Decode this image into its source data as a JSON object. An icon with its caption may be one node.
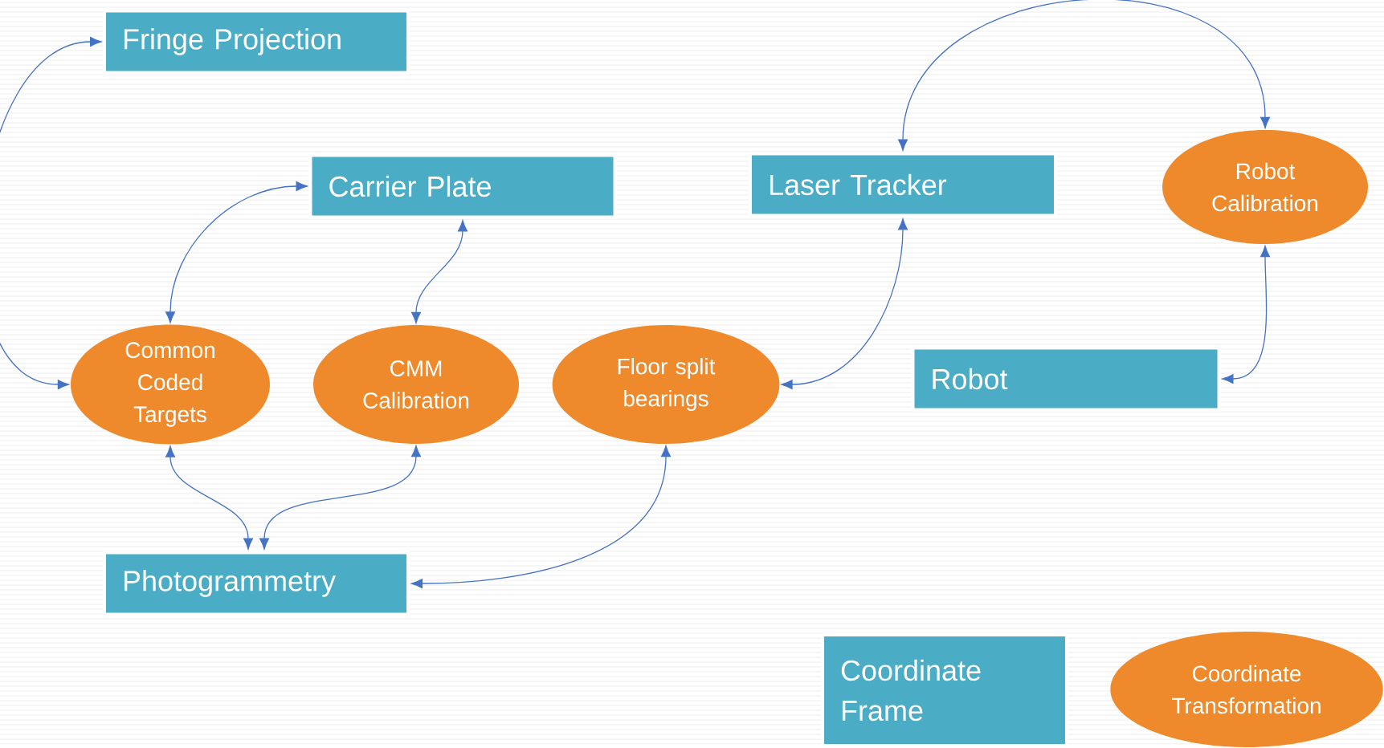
{
  "diagram": {
    "nodes": [
      {
        "text": [
          "Fringe Projection"
        ]
      },
      {
        "text": [
          "Carrier Plate"
        ]
      },
      {
        "text": [
          "Laser Tracker"
        ]
      },
      {
        "text": [
          "Robot Calibration"
        ]
      },
      {
        "text": [
          "Common Coded Targets"
        ]
      },
      {
        "text": [
          "CMM Calibration"
        ]
      },
      {
        "text": [
          "Floor split bearings"
        ]
      },
      {
        "text": [
          "Robot"
        ]
      },
      {
        "text": [
          "Photogrammetry"
        ]
      },
      {
        "text": [
          "Coordinate Frame"
        ]
      },
      {
        "text": [
          "Coordinate Transformation"
        ]
      }
    ],
    "edges": [
      {
        "from": 0,
        "to": 4,
        "arrow": "both"
      },
      {
        "from": 1,
        "to": 4,
        "arrow": "both"
      },
      {
        "from": 1,
        "to": 5,
        "arrow": "both"
      },
      {
        "from": 2,
        "to": 3,
        "arrow": "both"
      },
      {
        "from": 2,
        "to": 6,
        "arrow": "both"
      },
      {
        "from": 3,
        "to": 7,
        "arrow": "both"
      },
      {
        "from": 4,
        "to": 8,
        "arrow": "both"
      },
      {
        "from": 5,
        "to": 8,
        "arrow": "both"
      },
      {
        "from": 6,
        "to": 8,
        "arrow": "both"
      }
    ]
  }
}
